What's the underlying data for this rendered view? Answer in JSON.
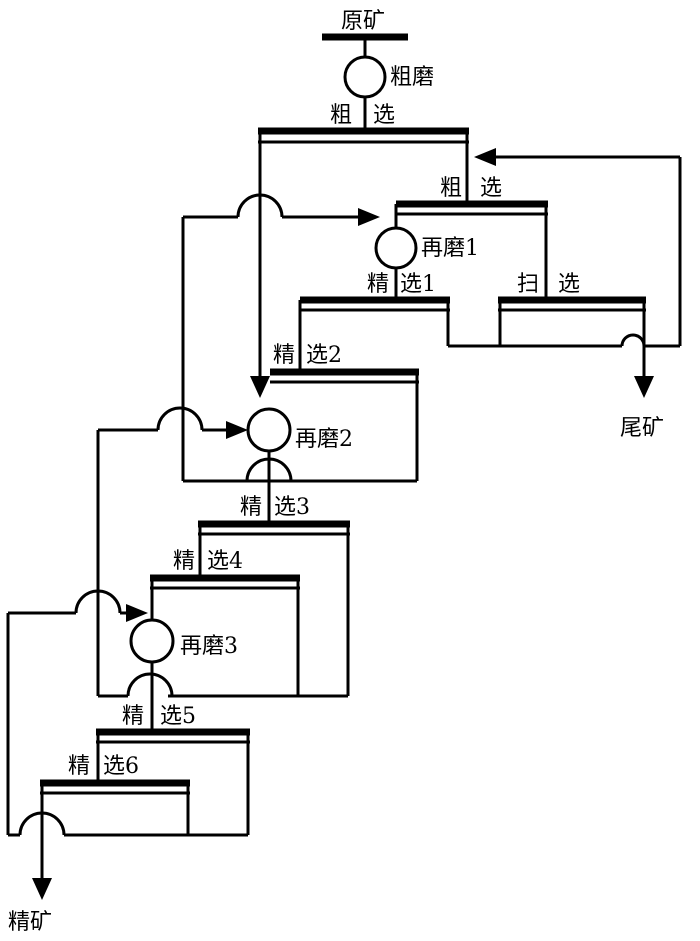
{
  "labels": {
    "ore": "原矿",
    "coarse_grind": "粗磨",
    "roughing_main_1": "粗",
    "roughing_main_2": "选",
    "roughing_2_1": "粗",
    "roughing_2_2": "选",
    "regrind_1": "再磨1",
    "cleaner_1_a": "精",
    "cleaner_1_b": "选1",
    "scavenger_a": "扫",
    "scavenger_b": "选",
    "tailings": "尾矿",
    "cleaner_2_a": "精",
    "cleaner_2_b": "选2",
    "regrind_2": "再磨2",
    "cleaner_3_a": "精",
    "cleaner_3_b": "选3",
    "cleaner_4_a": "精",
    "cleaner_4_b": "选4",
    "regrind_3": "再磨3",
    "cleaner_5_a": "精",
    "cleaner_5_b": "选5",
    "cleaner_6_a": "精",
    "cleaner_6_b": "选6",
    "concentrate": "精矿"
  },
  "colors": {
    "line": "#000000",
    "background": "#ffffff"
  }
}
